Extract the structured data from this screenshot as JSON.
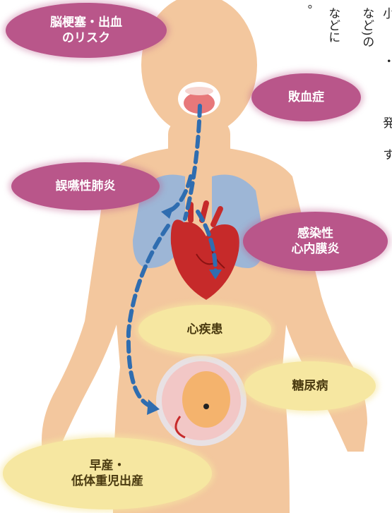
{
  "top_text": {
    "col1": "など)の",
    "col2": "などに",
    "col3": "。"
  },
  "right_edge_text": {
    "top": "小",
    "mid1": "・",
    "mid2": "発",
    "bottom": "す"
  },
  "labels": {
    "stroke": "脳梗塞・出血\nのリスク",
    "sepsis": "敗血症",
    "aspiration_pneumonia": "誤嚥性肺炎",
    "endocarditis": "感染性\n心内膜炎",
    "heart_disease": "心疾患",
    "diabetes": "糖尿病",
    "preterm_birth": "早産・\n低体重児出産"
  },
  "colors": {
    "skin": "#f3c79e",
    "lung": "#9db6d6",
    "heart": "#c62a2a",
    "arrow": "#2f6db0",
    "pink_label": "#b9568a",
    "yellow_label": "#f6e7a1"
  }
}
